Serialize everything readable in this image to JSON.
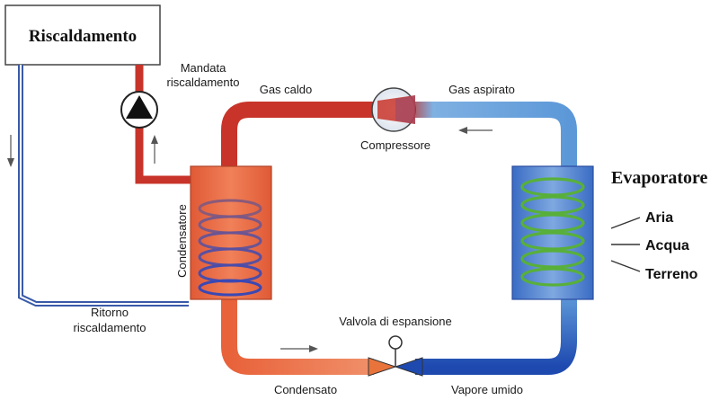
{
  "labels": {
    "heating_box": "Riscaldamento",
    "supply_line1": "Mandata",
    "supply_line2": "riscaldamento",
    "hot_gas": "Gas caldo",
    "suction_gas": "Gas aspirato",
    "compressor": "Compressore",
    "evaporator": "Evaporatore",
    "condenser": "Condensatore",
    "return_line1": "Ritorno",
    "return_line2": "riscaldamento",
    "expansion_valve": "Valvola di espansione",
    "condensate": "Condensato",
    "wet_vapor": "Vapore umido"
  },
  "sources": [
    "Aria",
    "Acqua",
    "Terreno"
  ],
  "colors": {
    "hot": "#c8342a",
    "hot_light": "#e8743c",
    "cold": "#2e5fbf",
    "cold_light": "#6aa2dc",
    "coil_hot": "#5a4a8c",
    "coil_cold": "#5aaa3c",
    "return_pipe": "#3a5aa8"
  }
}
